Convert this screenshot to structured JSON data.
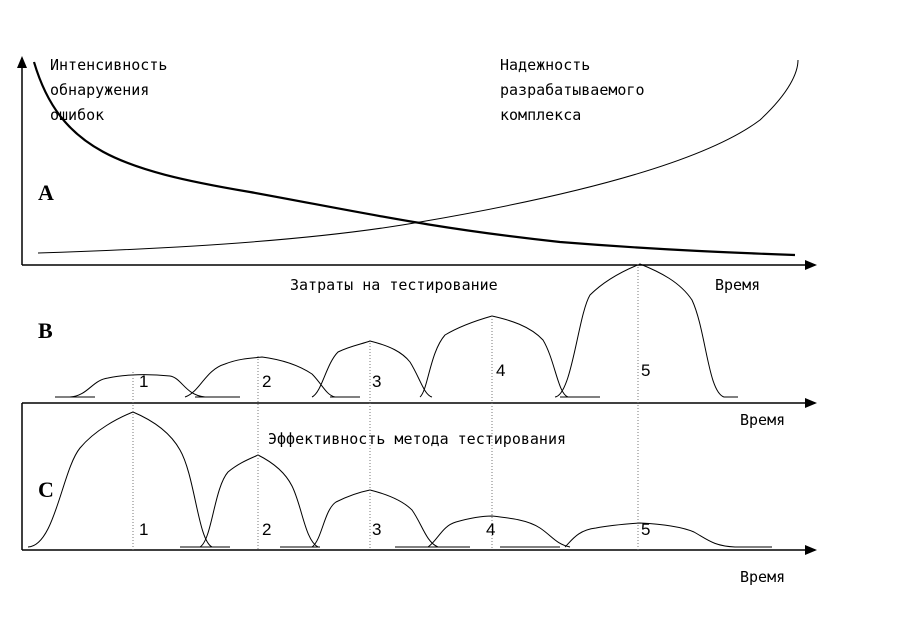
{
  "panelA": {
    "label": "A",
    "curve_left_label": [
      "Интенсивность",
      "обнаружения",
      "ошибок"
    ],
    "curve_right_label": [
      "Надежность",
      "разрабатываемого",
      "комплекса"
    ],
    "axis_label": "Время"
  },
  "panelB": {
    "label": "B",
    "title": "Затраты на тестирование",
    "axis_label": "Время",
    "markers": [
      "1",
      "2",
      "3",
      "4",
      "5"
    ]
  },
  "panelC": {
    "label": "C",
    "title": "Эффективность метода тестирования",
    "axis_label": "Время",
    "markers": [
      "1",
      "2",
      "3",
      "4",
      "5"
    ]
  }
}
